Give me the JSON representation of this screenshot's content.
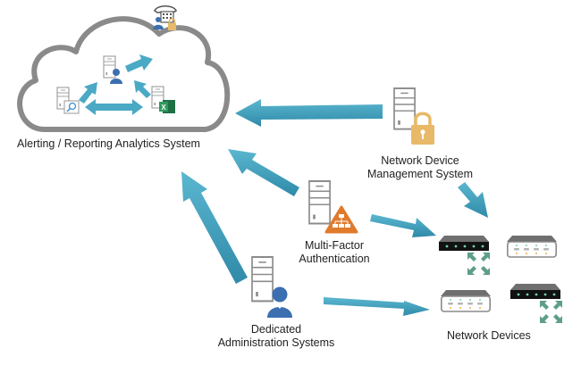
{
  "diagram": {
    "nodes": {
      "analytics": {
        "label": "Alerting / Reporting  Analytics System",
        "icon": "cloud-icon"
      },
      "ndms": {
        "label_line1": "Network Device",
        "label_line2": "Management System",
        "icon": "server-lock-icon"
      },
      "mfa": {
        "label_line1": "Multi-Factor",
        "label_line2": "Authentication",
        "icon": "server-network-icon"
      },
      "das": {
        "label_line1": "Dedicated",
        "label_line2": "Administration Systems",
        "icon": "server-user-icon"
      },
      "devices": {
        "label": "Network Devices",
        "icon": "network-switch-icon"
      }
    },
    "colors": {
      "arrow": "#3a9dba",
      "cloud_stroke": "#8a8a8a",
      "lock": "#e8b968",
      "mfa_badge": "#e07b2c",
      "user": "#3b6fb0",
      "expand": "#5e9e8a",
      "excel": "#1e7145"
    }
  }
}
